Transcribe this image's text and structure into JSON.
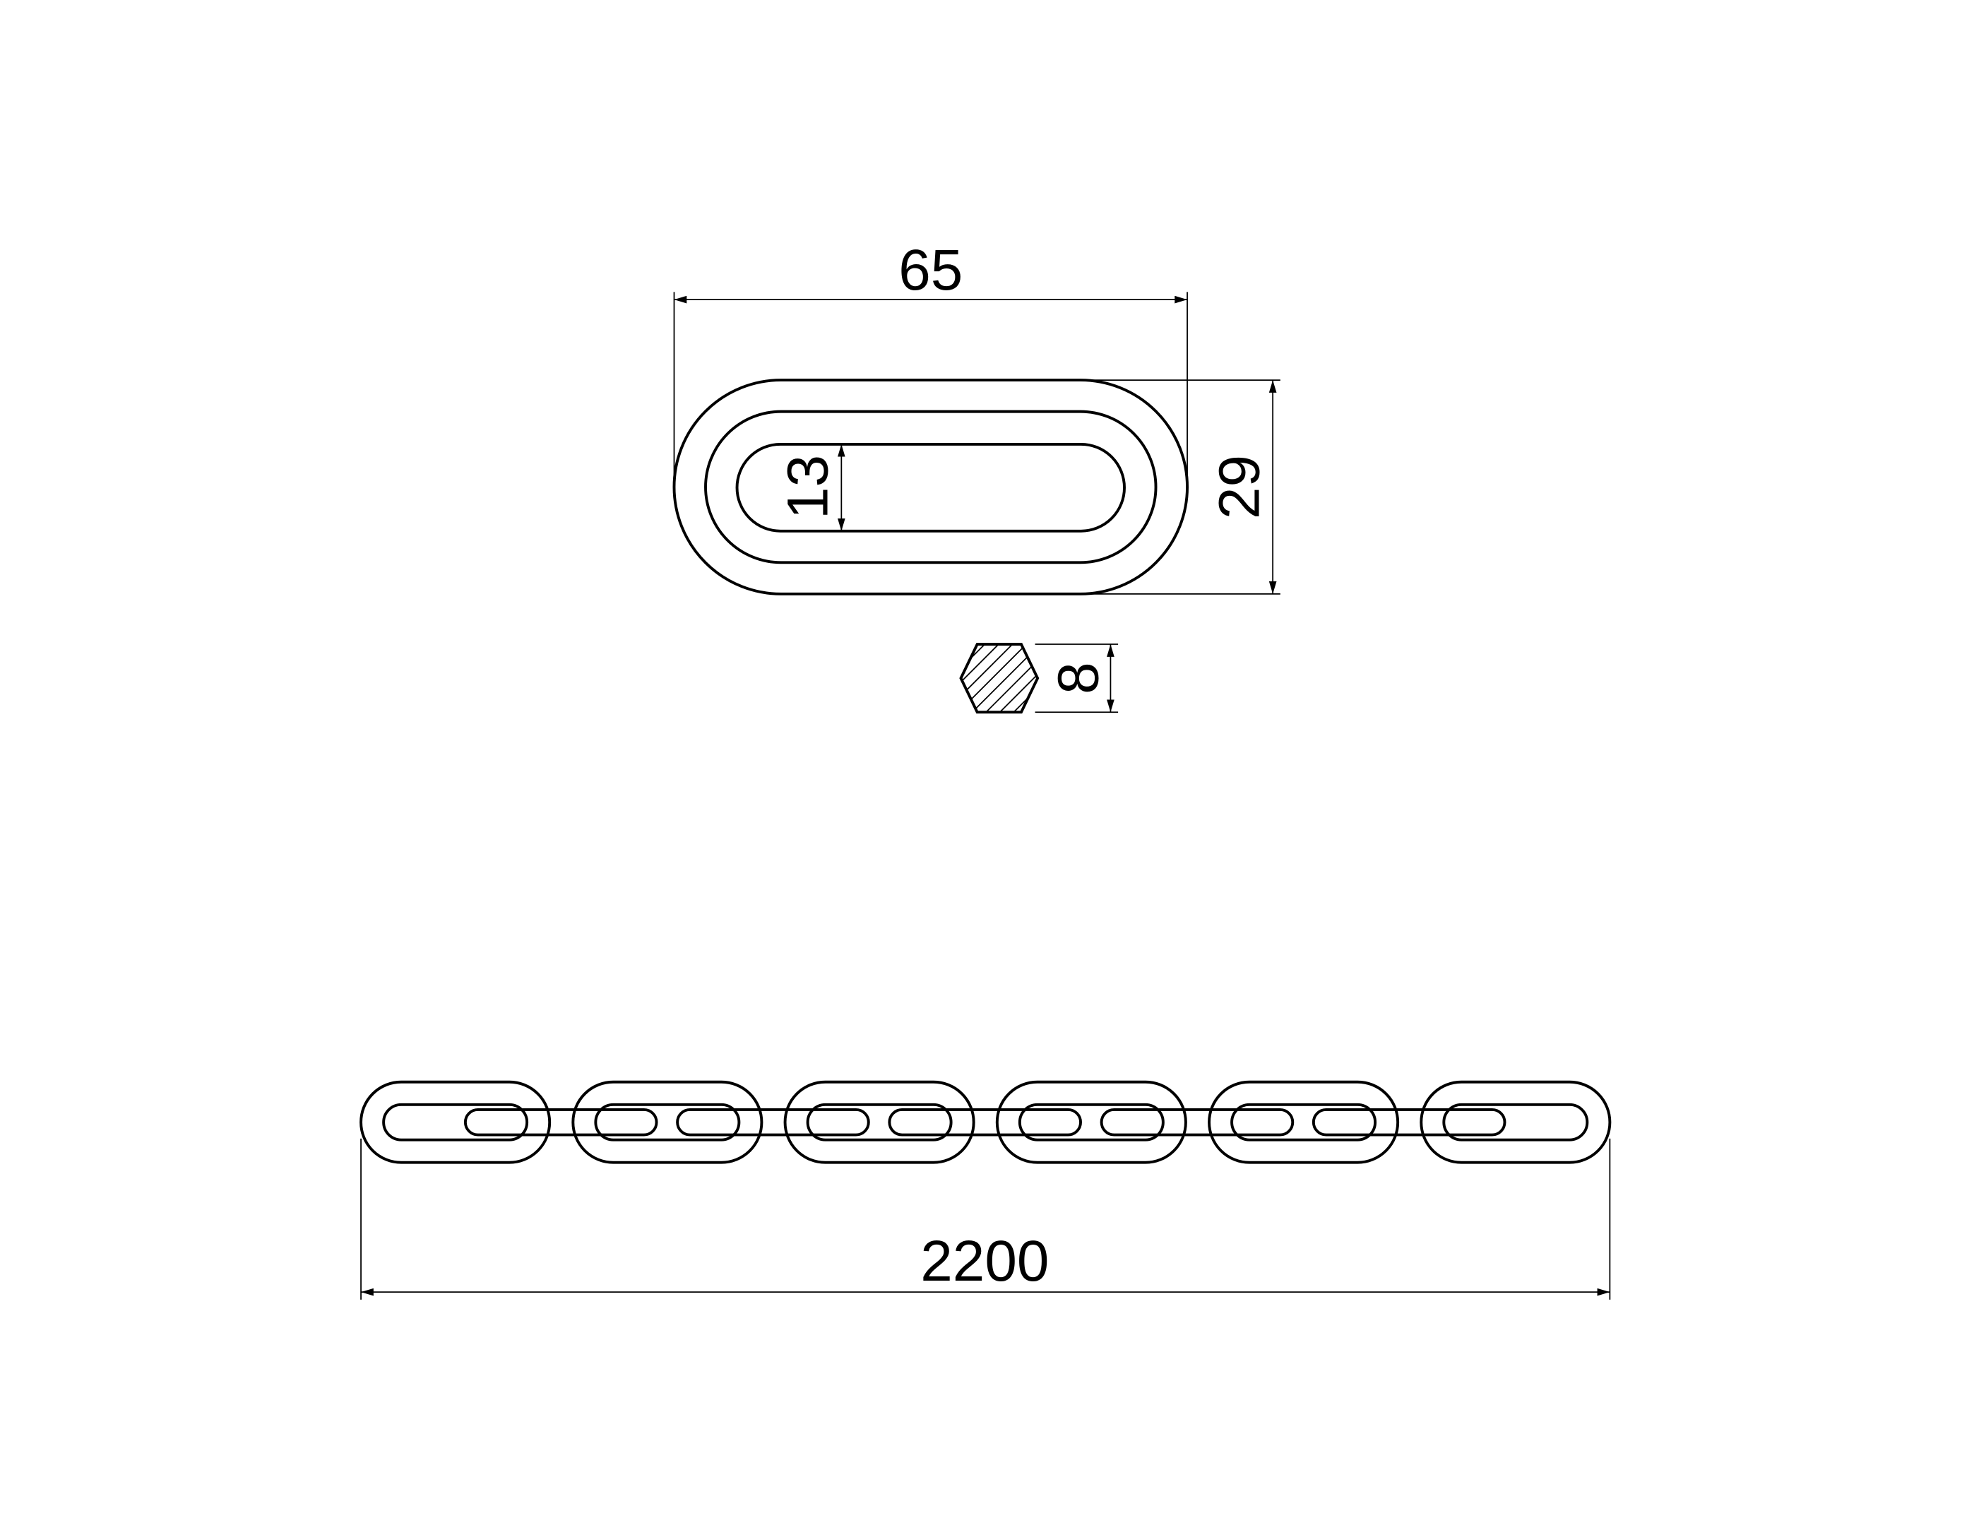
{
  "drawing": {
    "link_length": "65",
    "link_width": "29",
    "inner_width": "13",
    "wire_size": "8",
    "chain_length": "2200"
  },
  "chain": {
    "link_count": 6,
    "cross_link_count": 5
  }
}
